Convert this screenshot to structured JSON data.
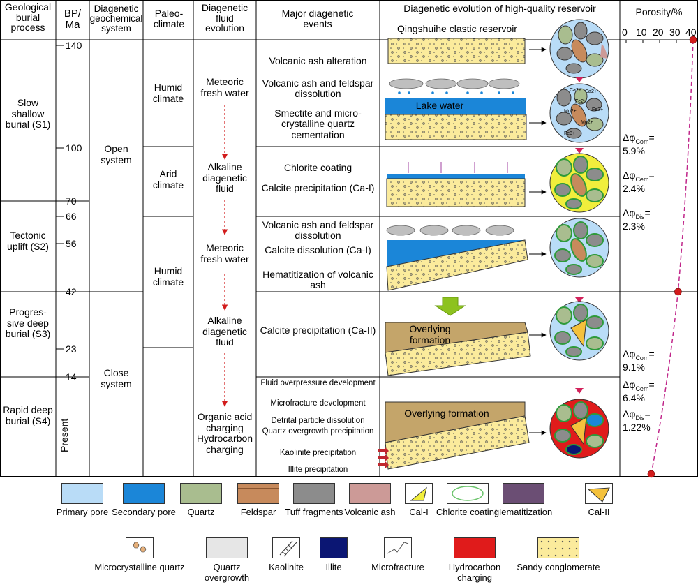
{
  "headers": {
    "process": "Geological burial process",
    "bp": "BP/ Ma",
    "geochem": "Diagenetic geochemical system",
    "paleo": "Paleo- climate",
    "fluid": "Diagenetic fluid evolution",
    "events": "Major diagenetic events",
    "evolution": "Diagenetic evolution of high-quality reservoir",
    "porosity": "Porosity/%"
  },
  "porosity_ticks": [
    "0",
    "10",
    "20",
    "30",
    "40"
  ],
  "stages": [
    {
      "label": "Slow shallow burial (S1)"
    },
    {
      "label": "Tectonic uplift (S2)"
    },
    {
      "label": "Progres- sive deep burial (S3)"
    },
    {
      "label": "Rapid deep burial (S4)"
    }
  ],
  "ages": [
    "140",
    "100",
    "70",
    "66",
    "56",
    "42",
    "23",
    "14",
    "Present"
  ],
  "geochem": [
    "Open system",
    "Close system"
  ],
  "paleoclimate": [
    "Humid climate",
    "Arid climate",
    "Humid climate"
  ],
  "fluids": [
    "Meteoric fresh water",
    "Alkaline diagenetic fluid",
    "Meteoric fresh water",
    "Alkaline diagenetic fluid",
    "Organic acid charging Hydrocarbon charging"
  ],
  "events": [
    "Volcanic ash alteration",
    "Volcanic ash and feldspar dissolution",
    "Smectite and micro- crystalline quartz cementation",
    "Chlorite coating",
    "Calcite precipitation (Ca-I)",
    "Volcanic ash and feldspar dissolution",
    "Calcite dissolution (Ca-I)",
    "Hematitization of volcanic ash",
    "Calcite precipitation (Ca-II)",
    "Fluid overpressure development",
    "Microfracture development",
    "Detrital particle dissolution",
    "Quartz overgrowth precipitation",
    "Kaolinite precipitation",
    "Illite precipitation"
  ],
  "panel_labels": {
    "reservoir": "Qingshuihe clastic reservoir",
    "lake": "Lake water",
    "overlying1": "Overlying formation",
    "overlying2": "Overlying formation"
  },
  "ions": [
    "Ca2+",
    "Fe2+",
    "Ca2+",
    "Mg2+",
    "Fe2+",
    "Mg2+",
    "Fe3+"
  ],
  "deltas": [
    {
      "sym": "Δφ",
      "sub": "Com",
      "value": "5.9%"
    },
    {
      "sym": "Δφ",
      "sub": "Cem",
      "value": "2.4%"
    },
    {
      "sym": "Δφ",
      "sub": "Dis",
      "value": "2.3%"
    },
    {
      "sym": "Δφ",
      "sub": "Com",
      "value": "9.1%"
    },
    {
      "sym": "Δφ",
      "sub": "Cem",
      "value": "6.4%"
    },
    {
      "sym": "Δφ",
      "sub": "Dis",
      "value": "1.22%"
    }
  ],
  "porosity_curve": {
    "age_ma": [
      140,
      42,
      0
    ],
    "porosity_pct": [
      40,
      31,
      15
    ]
  },
  "legend": [
    {
      "label": "Primary pore",
      "color": "#b9dcf7"
    },
    {
      "label": "Secondary pore",
      "color": "#1b86d8"
    },
    {
      "label": "Quartz",
      "color": "#a9bd8f"
    },
    {
      "label": "Feldspar",
      "color": "#c78a5c"
    },
    {
      "label": "Tuff fragments",
      "color": "#8c8c8c"
    },
    {
      "label": "Volcanic ash",
      "color": "#cc9a97"
    },
    {
      "label": "Cal-I",
      "color": "#f1ee3c"
    },
    {
      "label": "Chlorite coating",
      "color": "#6cc46c"
    },
    {
      "label": "Hematitization",
      "color": "#6b4e74"
    },
    {
      "label": "Cal-II",
      "color": "#f4c13c"
    },
    {
      "label": "Microcrystalline quartz",
      "color": "#e6b07a"
    },
    {
      "label": "Quartz overgrowth",
      "color": "#e6e6e6"
    },
    {
      "label": "Kaolinite",
      "color": "#333333"
    },
    {
      "label": "Illite",
      "color": "#0b1673"
    },
    {
      "label": "Microfracture",
      "color": "#555555"
    },
    {
      "label": "Hydrocarbon charging",
      "color": "#e01b1b"
    },
    {
      "label": "Sandy conglomerate",
      "color": "#fbeb9c"
    }
  ]
}
